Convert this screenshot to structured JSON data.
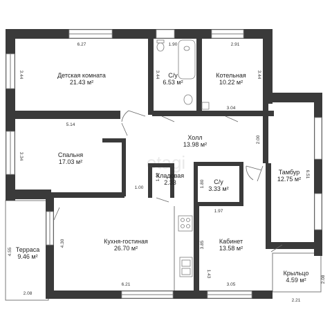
{
  "watermark": "etagi",
  "rooms": {
    "kids": {
      "name": "Детская комната",
      "area": "21.43 м²"
    },
    "bath1": {
      "name": "С/у",
      "area": "6.53 м²"
    },
    "boiler": {
      "name": "Котельная",
      "area": "10.22 м²"
    },
    "hall": {
      "name": "Холл",
      "area": "13.98 м²"
    },
    "bedroom": {
      "name": "Спальня",
      "area": "17.03 м²"
    },
    "pantry": {
      "name": "Кладовая",
      "area": "2.33"
    },
    "bath2": {
      "name": "С/у",
      "area": "3.33 м²"
    },
    "vestibule": {
      "name": "Тамбур",
      "area": "12.75 м²"
    },
    "terrace": {
      "name": "Терраса",
      "area": "9.46 м²"
    },
    "kitchen": {
      "name": "Кухня-гостиная",
      "area": "26.70 м²"
    },
    "office": {
      "name": "Кабинет",
      "area": "13.58 м²"
    },
    "porch": {
      "name": "Крыльцо",
      "area": "4.59 м²"
    }
  },
  "dims": {
    "d627": "6.27",
    "d190": "1.90",
    "d291": "2.91",
    "d344a": "3.44",
    "d344b": "3.44",
    "d344c": "3.44",
    "d304": "3.04",
    "d514": "5.14",
    "d200": "2.00",
    "d334": "3.34",
    "d122": "1.22",
    "d180": "1.80",
    "d100": "1.00",
    "d651": "6.51",
    "d197": "1.97",
    "d455": "4.55",
    "d430": "4.30",
    "d385": "3.85",
    "d143": "1.43",
    "d208a": "2.08",
    "d621": "6.21",
    "d305": "3.05",
    "d208b": "2.08",
    "d221": "2.21"
  }
}
